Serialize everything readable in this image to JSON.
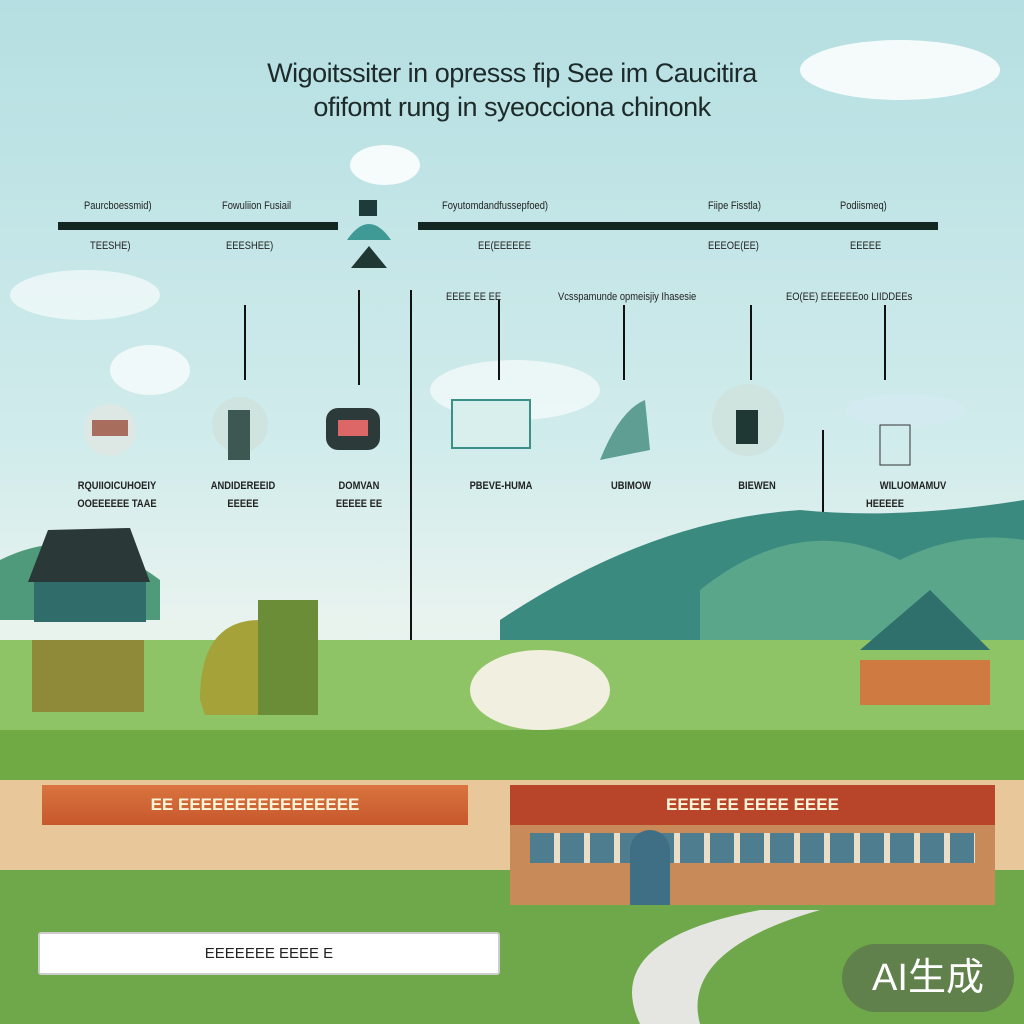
{
  "title": {
    "line1": "Wigoitssiter in opresss fip See im Caucitira",
    "line2": "ofifomt rung in syeocciona chinonk"
  },
  "timeline": {
    "top_labels": [
      "Paurcboessmid)",
      "Fowuliion Fusiail",
      "Foyutomdandfussepfoed)",
      "Fiipe Fisstla)",
      "Podiismeq)"
    ],
    "bottom_labels": [
      "TEESHE)",
      "EEESHEE)",
      "EE(EEEEEE",
      "EEEOE(EE)",
      "EEEEE"
    ]
  },
  "mid_labels": [
    "EEEE EE EE",
    "Vcsspamunde opmeisjiy Ihasesie",
    "EO(EE) EEEEEEoo LIIDDEEs"
  ],
  "icons": [
    {
      "label1": "RQUIIOICUHOEIY",
      "label2": "OOEEEEEE TAAE"
    },
    {
      "label1": "ANDIDEREEID",
      "label2": "EEEEE"
    },
    {
      "label1": "DOMVAN",
      "label2": "EEEEE EE"
    },
    {
      "label1": "PBEVE-HUMA",
      "label2": ""
    },
    {
      "label1": "UBIMOW",
      "label2": ""
    },
    {
      "label1": "BIEWEN",
      "label2": ""
    },
    {
      "label1": "WILUOMAMUV",
      "label2": "HEEEEE"
    }
  ],
  "signs": {
    "left": "EE EEEEEEEEEEEEEEEE",
    "building": "EEEE EE    EEEE EEEE",
    "bottom_box": "EEEEEEE EEEE E"
  },
  "watermark": "AI生成",
  "colors": {
    "sky": "#b5dfe2",
    "bar": "#13261f",
    "sign": "#c7582d",
    "grass": "#7bb54e",
    "teal": "#3b8f86"
  }
}
